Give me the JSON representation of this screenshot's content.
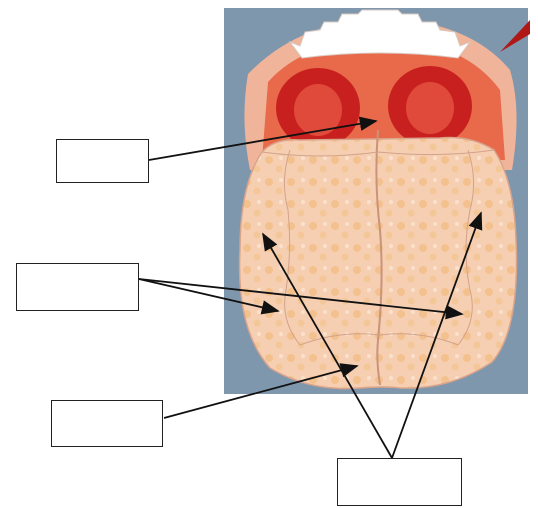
{
  "diagram": {
    "subject": "tongue-taste-areas",
    "background_color": "#7f97ad",
    "tongue_color": "#f4c7a8",
    "mouth_color": "#d8332d",
    "arrow_color": "#111111",
    "label_boxes": [
      {
        "id": "label-box-back",
        "text": ""
      },
      {
        "id": "label-box-sides-rear",
        "text": ""
      },
      {
        "id": "label-box-tip",
        "text": ""
      },
      {
        "id": "label-box-sides-front",
        "text": ""
      }
    ]
  }
}
